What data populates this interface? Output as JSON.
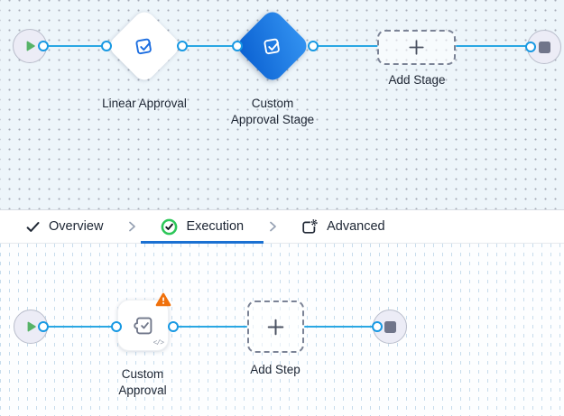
{
  "stage_canvas": {
    "start_node": {
      "icon": "play-icon"
    },
    "linear_approval": {
      "label": "Linear Approval",
      "icon": "approval-check-icon",
      "selected": false
    },
    "custom_approval_stage": {
      "label": "Custom Approval Stage",
      "label_lines": [
        "Custom",
        "Approval Stage"
      ],
      "icon": "approval-check-icon",
      "selected": true
    },
    "add_stage": {
      "label": "Add Stage",
      "icon": "plus-icon"
    },
    "end_node": {
      "icon": "stop-icon"
    }
  },
  "tab_bar": {
    "tabs": [
      {
        "label": "Overview",
        "icon": "check-icon",
        "active": false
      },
      {
        "label": "Execution",
        "icon": "check-circle-icon",
        "active": true
      },
      {
        "label": "Advanced",
        "icon": "document-gear-icon",
        "active": false
      }
    ],
    "separator_icon": "chevron-right-icon"
  },
  "step_canvas": {
    "start_node": {
      "icon": "play-icon"
    },
    "custom_approval": {
      "label": "Custom Approval",
      "label_lines": [
        "Custom",
        "Approval"
      ],
      "icon": "ticket-check-icon",
      "has_warning": true,
      "code_badge": "</>"
    },
    "add_step": {
      "label": "Add Step",
      "icon": "plus-icon"
    },
    "end_node": {
      "icon": "stop-icon"
    }
  },
  "colors": {
    "connector_blue": "#2aa7e3",
    "port_ring_blue": "#1899e3",
    "selected_node_gradient_start": "#3494f2",
    "selected_node_gradient_end": "#0a60d1",
    "icon_blue": "#1b6de0",
    "play_green": "#57b368",
    "success_green": "#2cc658",
    "warning_orange": "#f0710c",
    "active_tab_underline": "#1a70d2",
    "stage_canvas_bg": "#edf5fa",
    "step_canvas_bg": "#fdfeff"
  }
}
